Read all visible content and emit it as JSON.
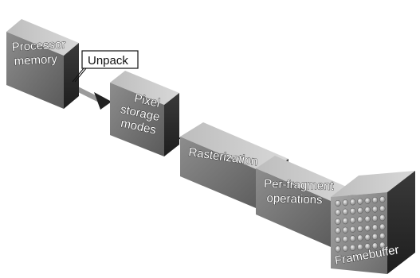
{
  "diagram": {
    "stages": [
      {
        "id": "processor-memory",
        "lines": [
          "Processor",
          "memory"
        ]
      },
      {
        "id": "pixel-storage-modes",
        "lines": [
          "Pixel",
          "storage",
          "modes"
        ]
      },
      {
        "id": "rasterization",
        "lines": [
          "Rasterization"
        ]
      },
      {
        "id": "per-fragment-operations",
        "lines": [
          "Per-fragment",
          "operations"
        ]
      },
      {
        "id": "framebuffer",
        "lines": [
          "Framebuffer"
        ]
      }
    ],
    "callout": "Unpack"
  }
}
